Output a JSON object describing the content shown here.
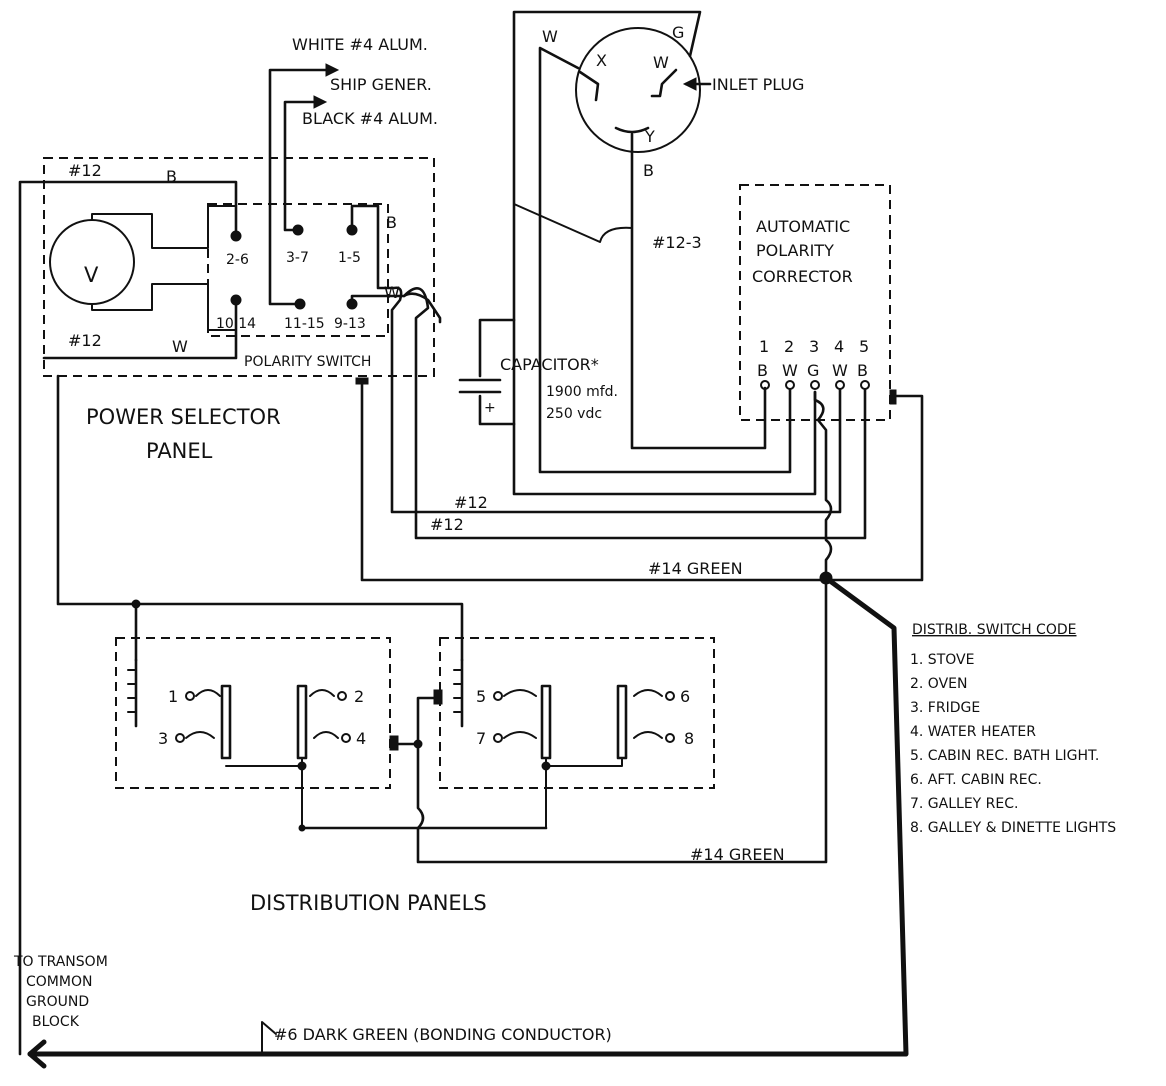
{
  "ship_gen": {
    "white_feed": "WHITE #4 ALUM.",
    "source": "SHIP GENER.",
    "black_feed": "BLACK #4 ALUM."
  },
  "inlet_plug": {
    "label": "INLET PLUG",
    "pin_x": "X",
    "pin_w": "W",
    "pin_y": "Y",
    "wire_w": "W",
    "wire_g": "G",
    "wire_b": "B"
  },
  "cable_label": "#12-3",
  "apc": {
    "title_1": "AUTOMATIC",
    "title_2": "POLARITY",
    "title_3": "CORRECTOR",
    "terminals": [
      {
        "num": "1",
        "wire": "B"
      },
      {
        "num": "2",
        "wire": "W"
      },
      {
        "num": "3",
        "wire": "G"
      },
      {
        "num": "4",
        "wire": "W"
      },
      {
        "num": "5",
        "wire": "B"
      }
    ]
  },
  "capacitor": {
    "label": "CAPACITOR*",
    "value_1": "1900 mfd.",
    "value_2": "250 vdc",
    "plus": "+"
  },
  "power_selector": {
    "wire_12_top": "#12",
    "wire_b_top": "B",
    "voltmeter": "V",
    "wire_12_bottom": "#12",
    "wire_w_bottom": "W",
    "terminals": [
      "2-6",
      "3-7",
      "1-5",
      "10 14",
      "11-15",
      "9-13"
    ],
    "wire_b_right": "B",
    "wire_w_right": "W",
    "switch_label": "POLARITY SWITCH",
    "title_1": "POWER SELECTOR",
    "title_2": "PANEL"
  },
  "wires": {
    "w12_a": "#12",
    "w12_b": "#12",
    "green_1": "#14 GREEN",
    "green_2": "#14 GREEN",
    "bonding": "#6 DARK GREEN (BONDING CONDUCTOR)"
  },
  "distribution": {
    "title": "DISTRIBUTION PANELS",
    "breakers": [
      "1",
      "2",
      "3",
      "4",
      "5",
      "6",
      "7",
      "8"
    ]
  },
  "switch_code": {
    "title": "DISTRIB. SWITCH CODE",
    "items": [
      "1. STOVE",
      "2. OVEN",
      "3. FRIDGE",
      "4. WATER HEATER",
      "5. CABIN REC. BATH LIGHT.",
      "6. AFT. CABIN REC.",
      "7. GALLEY REC.",
      "8. GALLEY & DINETTE LIGHTS"
    ]
  },
  "ground_block": {
    "line_1": "TO TRANSOM",
    "line_2": "COMMON",
    "line_3": "GROUND",
    "line_4": "BLOCK"
  }
}
